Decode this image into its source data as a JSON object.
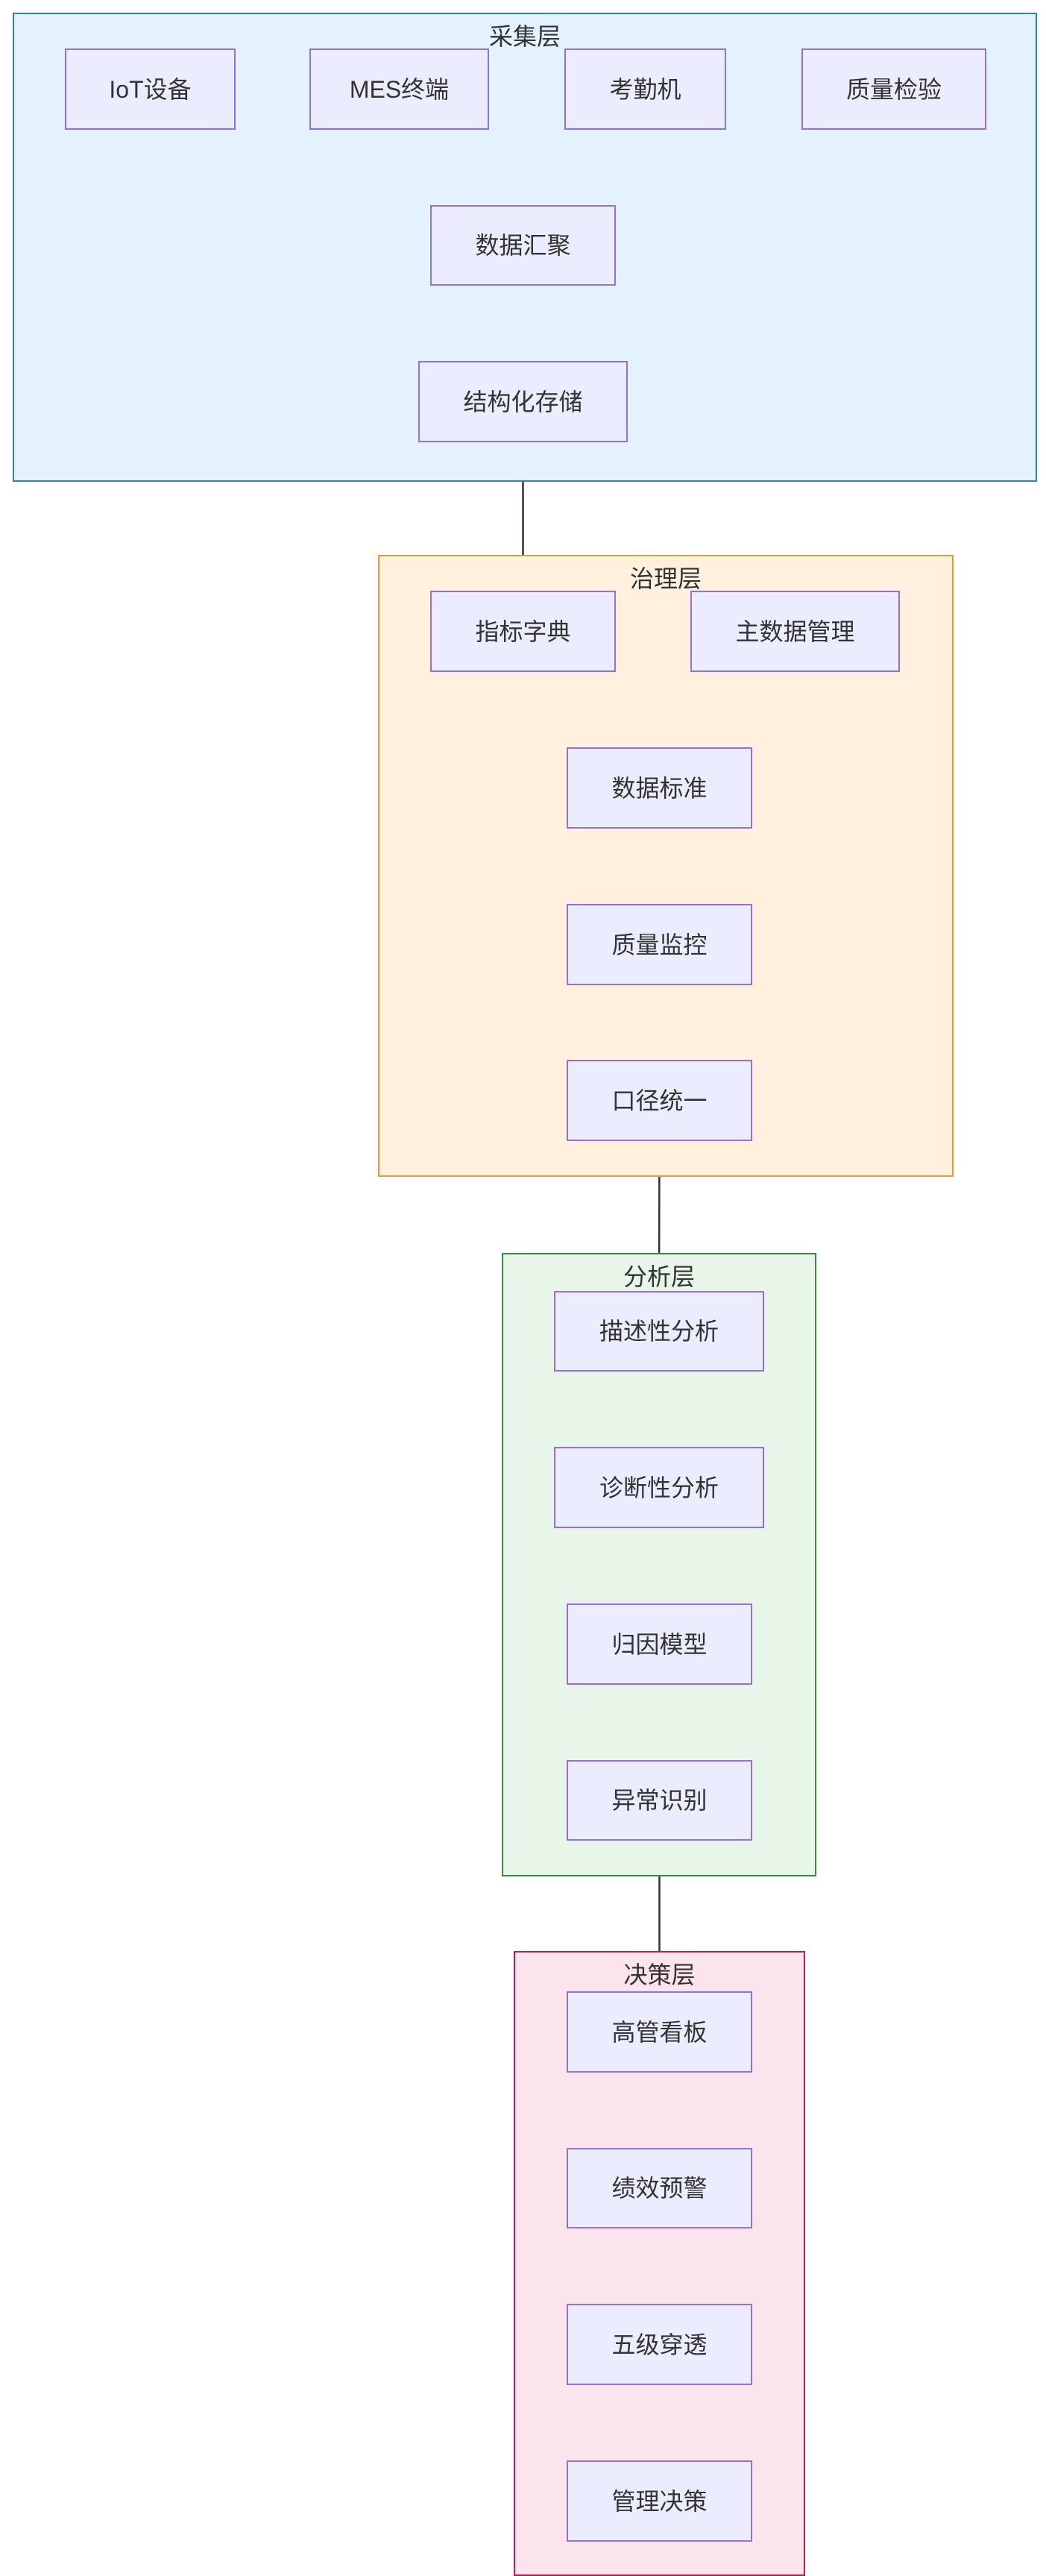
{
  "clusters": {
    "collect": {
      "title": "采集层",
      "color": "#2E86AB",
      "fill": "#E3F2FD"
    },
    "govern": {
      "title": "治理层",
      "color": "#E69B30",
      "fill": "#FFF1DE"
    },
    "analyze": {
      "title": "分析层",
      "color": "#3A8F3E",
      "fill": "#E8F5E9"
    },
    "decide": {
      "title": "决策层",
      "color": "#C2185B",
      "fill": "#FCE4EC"
    }
  },
  "nodes": {
    "iot": "IoT设备",
    "mes": "MES终端",
    "attendance": "考勤机",
    "qc": "质量检验",
    "aggregate": "数据汇聚",
    "storage": "结构化存储",
    "dictionary": "指标字典",
    "masterdata": "主数据管理",
    "standard": "数据标准",
    "quality": "质量监控",
    "unify": "口径统一",
    "descriptive": "描述性分析",
    "diagnostic": "诊断性分析",
    "attribution": "归因模型",
    "anomaly": "异常识别",
    "dashboard": "高管看板",
    "alert": "绩效预警",
    "drill": "五级穿透",
    "decision": "管理决策"
  },
  "edges": [
    [
      "iot",
      "aggregate"
    ],
    [
      "mes",
      "aggregate"
    ],
    [
      "attendance",
      "aggregate"
    ],
    [
      "qc",
      "aggregate"
    ],
    [
      "aggregate",
      "storage"
    ],
    [
      "storage",
      "dictionary"
    ],
    [
      "dictionary",
      "standard"
    ],
    [
      "masterdata",
      "standard"
    ],
    [
      "standard",
      "quality"
    ],
    [
      "quality",
      "unify"
    ],
    [
      "unify",
      "descriptive"
    ],
    [
      "descriptive",
      "diagnostic"
    ],
    [
      "diagnostic",
      "attribution"
    ],
    [
      "attribution",
      "anomaly"
    ],
    [
      "anomaly",
      "dashboard"
    ],
    [
      "dashboard",
      "alert"
    ],
    [
      "alert",
      "drill"
    ],
    [
      "drill",
      "decision"
    ]
  ],
  "colors": {
    "node_fill": "#ECECFF",
    "node_border": "#9370DB",
    "edge": "#333333"
  }
}
